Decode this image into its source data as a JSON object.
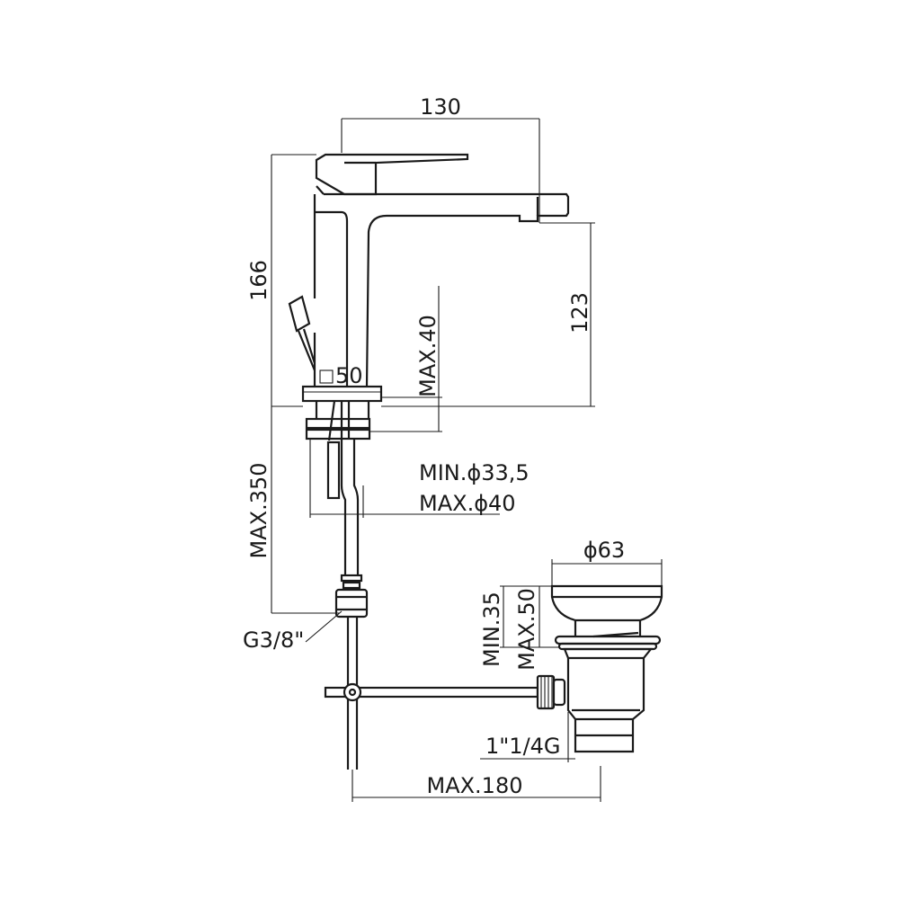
{
  "dimensions": {
    "spout_reach": "130",
    "total_height": "166",
    "spout_height": "123",
    "max_deck_thickness": "MAX.40",
    "base_square": "50",
    "max_flexible_length": "MAX.350",
    "min_hole_diameter": "MIN.ϕ33,5",
    "max_hole_diameter": "MAX.ϕ40",
    "connection_thread": "G3/8\"",
    "waste_diameter": "ϕ63",
    "waste_min_height": "MIN.35",
    "waste_max_height": "MAX.50",
    "waste_thread": "1\"1/4G",
    "max_rod_length": "MAX.180"
  }
}
